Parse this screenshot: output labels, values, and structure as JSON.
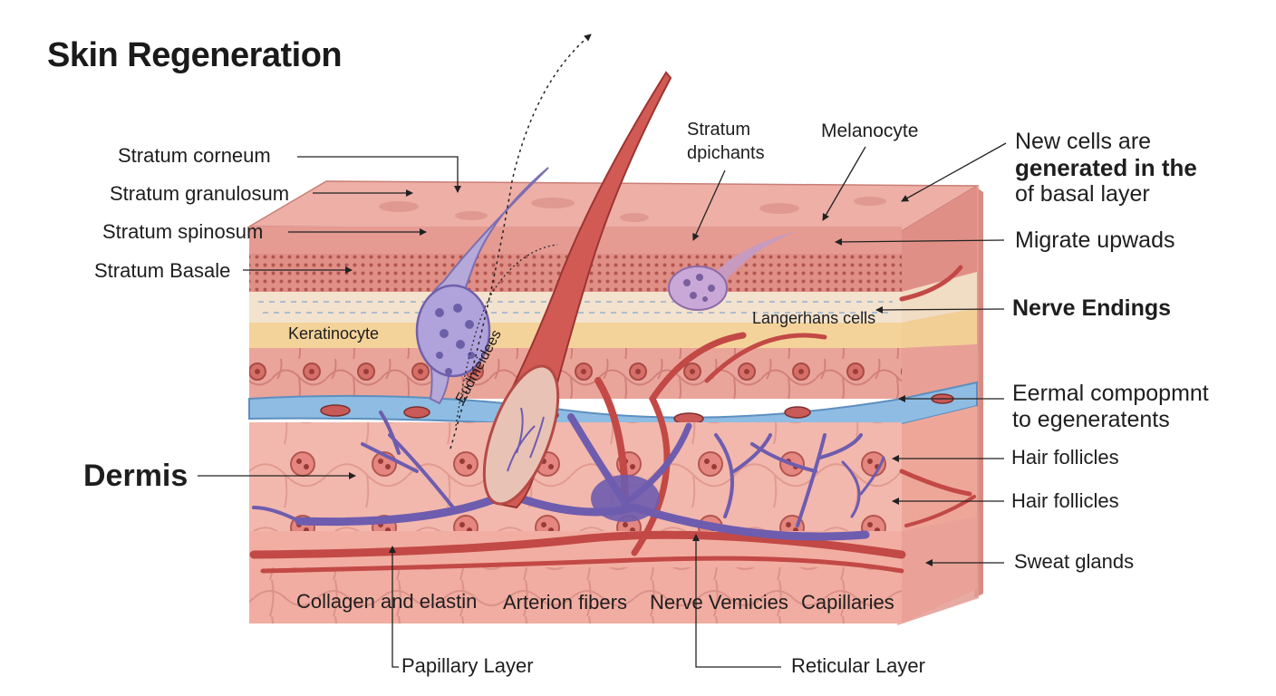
{
  "title": "Skin Regeneration",
  "labels": {
    "stratum_corneum": "Stratum corneum",
    "stratum_granulosum": "Stratum granulosum",
    "stratum_spinosum": "Stratum spinosum",
    "stratum_basale": "Stratum Basale",
    "keratinocyte": "Keratinocyte",
    "dermis": "Dermis",
    "stratum_dpichants_1": "Stratum",
    "stratum_dpichants_2": "dpichants",
    "melanocyte": "Melanocyte",
    "new_cells_1": "New cells are",
    "new_cells_2": "generated in the",
    "new_cells_3": "of basal layer",
    "migrate": "Migrate upwads",
    "langerhans": "Langerhans cells",
    "nerve_endings": "Nerve Endings",
    "eermal_1": "Eermal compopmnt",
    "eermal_2": "to egeneratents",
    "hair_follicles_1": "Hair follicles",
    "hair_follicles_2": "Hair follicles",
    "sweat_glands": "Sweat glands",
    "collagen": "Collagen and elastin",
    "arterion": "Arterion fibers",
    "nerve_vemicies": "Nerve Vemicies",
    "capillaries": "Capillaries",
    "papillary": "Papillary Layer",
    "reticular": "Reticular Layer",
    "eudmeidees": "Eudmeidees"
  },
  "colors": {
    "skin_top": "#e9a7a0",
    "epidermis": "#e6928c",
    "basale_dots": "#b85a55",
    "clear_layer": "#f2e3cf",
    "yellow_layer": "#f3d49c",
    "dermis": "#f0b3a8",
    "blue_vessel": "#7fb2dc",
    "nerve": "#6a5aa8",
    "artery": "#c74945",
    "cell_purple": "#a89ad4"
  }
}
